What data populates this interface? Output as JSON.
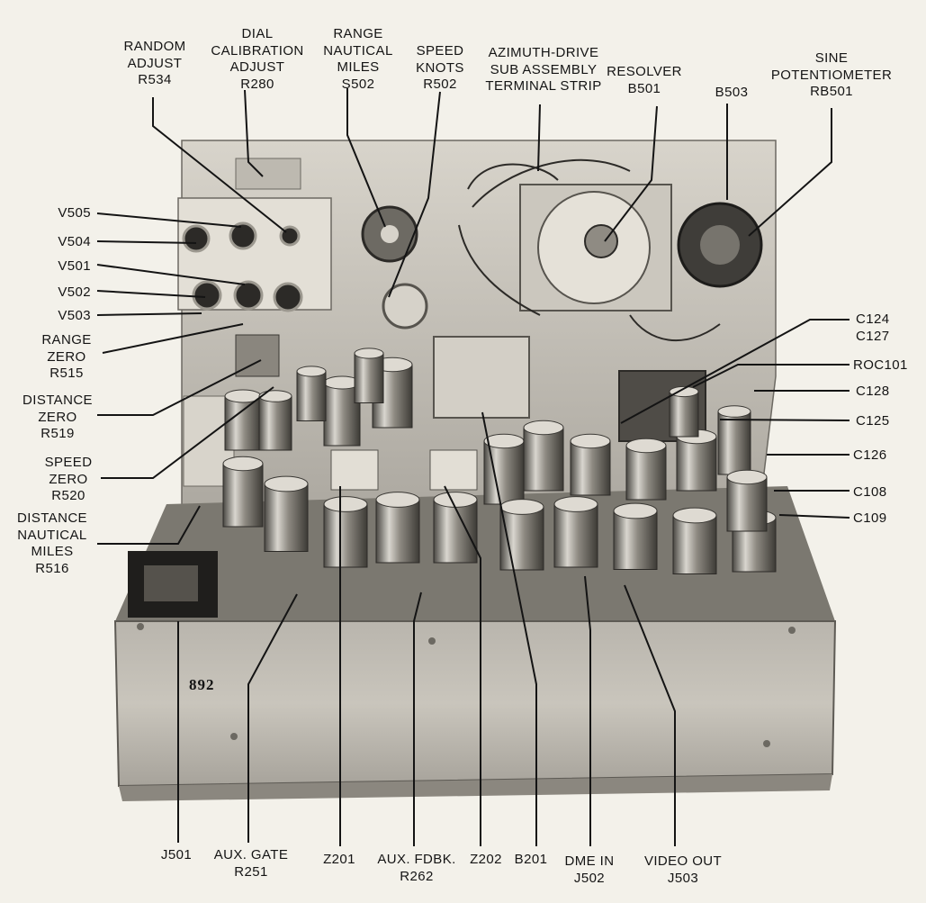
{
  "labels": {
    "random_adjust": [
      "RANDOM",
      "ADJUST",
      "R534"
    ],
    "dial_calibration_adjust": [
      "DIAL",
      "CALIBRATION",
      "ADJUST",
      "R280"
    ],
    "range_nautical_miles": [
      "RANGE",
      "NAUTICAL",
      "MILES",
      "S502"
    ],
    "speed_knots": [
      "SPEED",
      "KNOTS",
      "R502"
    ],
    "azimuth_drive": [
      "AZIMUTH-DRIVE",
      "SUB ASSEMBLY",
      "TERMINAL STRIP"
    ],
    "resolver": [
      "RESOLVER",
      "B501"
    ],
    "b503": [
      "B503"
    ],
    "sine_potentiometer": [
      "SINE",
      "POTENTIOMETER",
      "RB501"
    ],
    "v505": [
      "V505"
    ],
    "v504": [
      "V504"
    ],
    "v501": [
      "V501"
    ],
    "v502": [
      "V502"
    ],
    "v503": [
      "V503"
    ],
    "range_zero": [
      "RANGE",
      "ZERO",
      "R515"
    ],
    "distance_zero": [
      "DISTANCE",
      "ZERO",
      "R519"
    ],
    "speed_zero": [
      "SPEED",
      "ZERO",
      "R520"
    ],
    "distance_nautical_miles": [
      "DISTANCE",
      "NAUTICAL",
      "MILES",
      "R516"
    ],
    "c124_c127": [
      "C124",
      "C127"
    ],
    "roc101": [
      "ROC101"
    ],
    "c128": [
      "C128"
    ],
    "c125": [
      "C125"
    ],
    "c126": [
      "C126"
    ],
    "c108": [
      "C108"
    ],
    "c109": [
      "C109"
    ],
    "j501": [
      "J501"
    ],
    "aux_gate": [
      "AUX. GATE",
      "R251"
    ],
    "z201": [
      "Z201"
    ],
    "aux_fdbk": [
      "AUX. FDBK.",
      "R262"
    ],
    "z202": [
      "Z202"
    ],
    "b201": [
      "B201"
    ],
    "dme_in": [
      "DME IN",
      "J502"
    ],
    "video_out": [
      "VIDEO OUT",
      "J503"
    ]
  },
  "chassis_marking": "892",
  "colors": {
    "background": "#f3f1ea",
    "chassis_light": "#cfcbc2",
    "chassis_mid": "#9d9991",
    "chassis_dark": "#3a3834",
    "leader": "#141414"
  }
}
